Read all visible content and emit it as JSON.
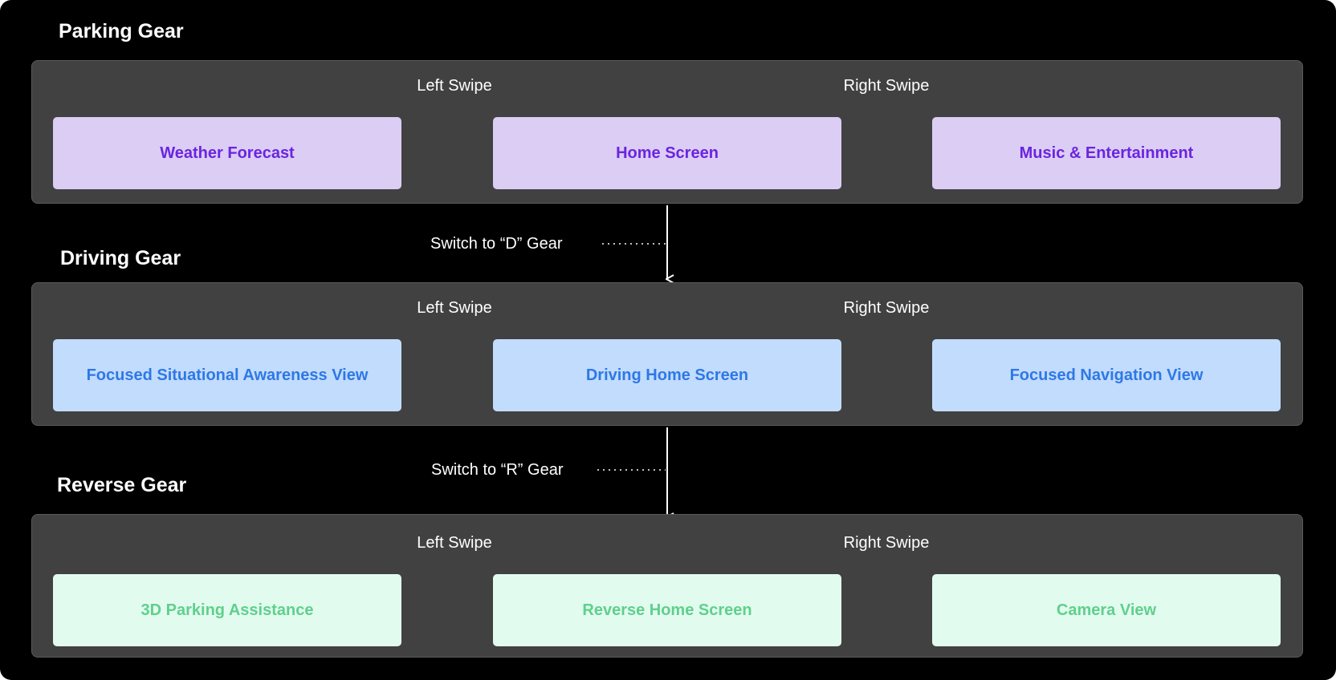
{
  "colors": {
    "background": "#000000",
    "panel": "#414141",
    "parking_fill": "#dbcdf4",
    "parking_text": "#6b24e0",
    "parking_arrow": "#7b45e8",
    "driving_fill": "#c2dcfd",
    "driving_text": "#2e78e6",
    "driving_arrow": "#3b7fe8",
    "reverse_fill": "#e2fbef",
    "reverse_text": "#5fd08c",
    "reverse_arrow": "#5fd08c"
  },
  "gears": [
    {
      "title": "Parking Gear",
      "left_swipe": "Left Swipe",
      "right_swipe": "Right Swipe",
      "left_node": "Weather Forecast",
      "center_node": "Home Screen",
      "right_node": "Music & Entertainment"
    },
    {
      "title": "Driving Gear",
      "left_swipe": "Left Swipe",
      "right_swipe": "Right Swipe",
      "left_node": "Focused Situational Awareness View",
      "center_node": "Driving Home Screen",
      "right_node": "Focused Navigation View"
    },
    {
      "title": "Reverse Gear",
      "left_swipe": "Left Swipe",
      "right_swipe": "Right Swipe",
      "left_node": "3D Parking Assistance",
      "center_node": "Reverse Home Screen",
      "right_node": "Camera View"
    }
  ],
  "transitions": [
    {
      "label": "Switch to “D” Gear"
    },
    {
      "label": "Switch to “R” Gear"
    }
  ]
}
